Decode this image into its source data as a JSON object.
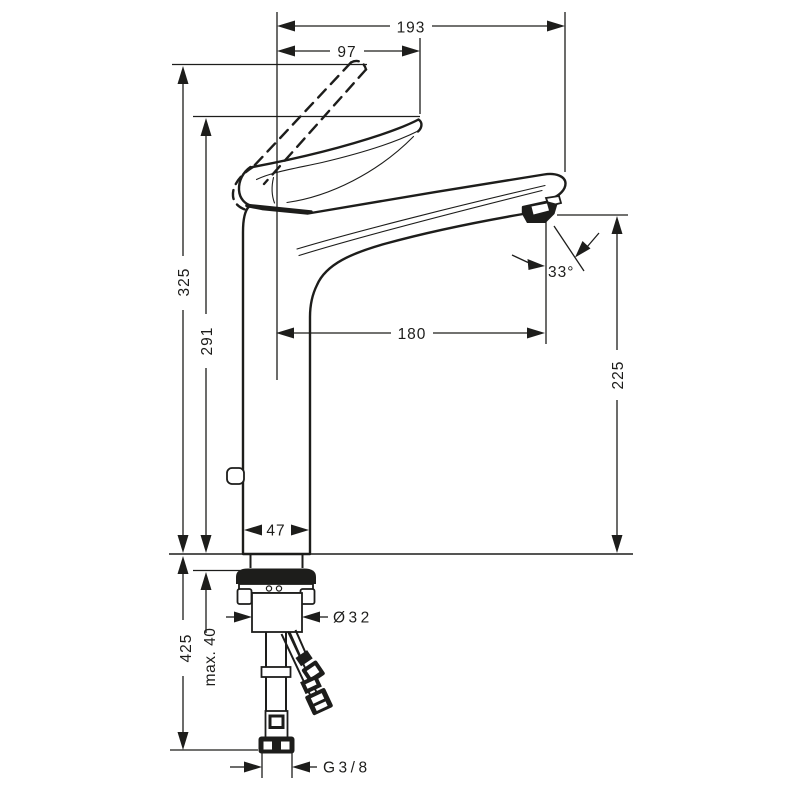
{
  "colors": {
    "line": "#1d1d1b",
    "background": "#ffffff"
  },
  "labels": {
    "total_width": "193",
    "handle_reach": "97",
    "total_height": "325",
    "body_height": "291",
    "spout_reach": "180",
    "outlet_height": "225",
    "spray_angle": "33°",
    "base_width": "47",
    "below_deck_length": "425",
    "max_deck_thickness": "max. 40",
    "shank_diameter": "Ø32",
    "connection_thread": "G3/8"
  }
}
